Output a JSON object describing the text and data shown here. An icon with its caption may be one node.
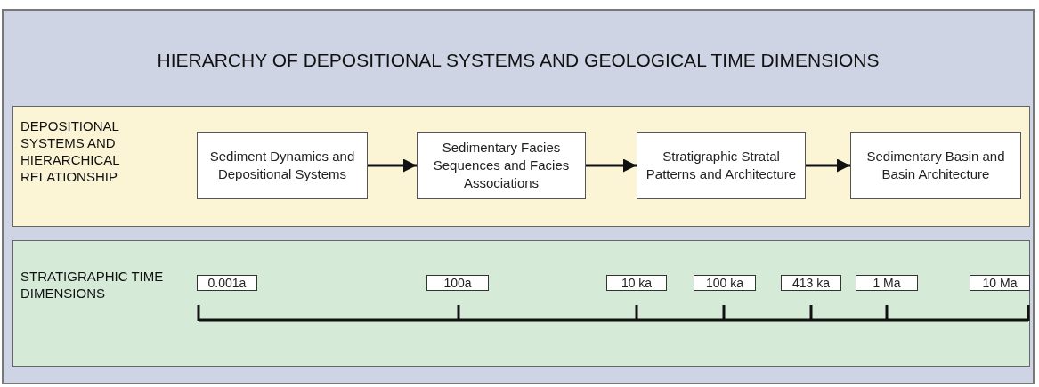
{
  "diagram": {
    "title": "HIERARCHY OF DEPOSITIONAL SYSTEMS AND GEOLOGICAL TIME DIMENSIONS",
    "nodes": [
      {
        "text": [
          "DEPOSITIONAL SYSTEMS AND HIERARCHICAL RELATIONSHIP"
        ]
      },
      {
        "text": [
          "Sediment Dynamics and Depositional Systems"
        ],
        "in": 0
      },
      {
        "text": [
          "Sedimentary Facies Sequences and Facies Associations"
        ],
        "in": 0
      },
      {
        "text": [
          "Stratigraphic Stratal Patterns and Architecture"
        ],
        "in": 0
      },
      {
        "text": [
          "Sedimentary Basin and Basin Architecture"
        ],
        "in": 0
      },
      {
        "text": [
          "STRATIGRAPHIC TIME DIMENSIONS"
        ]
      },
      {
        "text": [
          "0.001a"
        ],
        "in": 5
      },
      {
        "text": [
          "100a"
        ],
        "in": 5
      },
      {
        "text": [
          "10 ka"
        ],
        "in": 5
      },
      {
        "text": [
          "100 ka"
        ],
        "in": 5
      },
      {
        "text": [
          "413 ka"
        ],
        "in": 5
      },
      {
        "text": [
          "1 Ma"
        ],
        "in": 5
      },
      {
        "text": [
          "10 Ma"
        ],
        "in": 5
      }
    ],
    "edges": [
      {
        "from": 1,
        "to": 2,
        "arrow": "to"
      },
      {
        "from": 2,
        "to": 3,
        "arrow": "to"
      },
      {
        "from": 3,
        "to": 4,
        "arrow": "to"
      }
    ]
  }
}
